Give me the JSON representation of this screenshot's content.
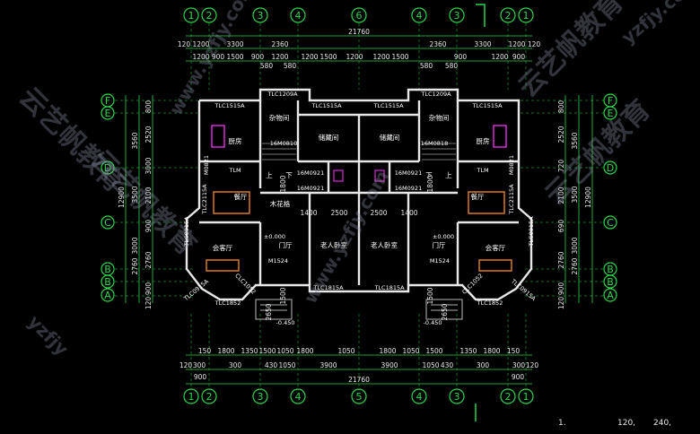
{
  "grid_top": [
    "1",
    "2",
    "3",
    "4",
    "6",
    "4",
    "3",
    "2",
    "1"
  ],
  "grid_bottom": [
    "1",
    "2",
    "3",
    "4",
    "5",
    "4",
    "3",
    "2",
    "1"
  ],
  "grid_left": [
    "F",
    "E",
    "D",
    "C",
    "B",
    "B",
    "A"
  ],
  "grid_right": [
    "F",
    "E",
    "D",
    "C",
    "B",
    "B",
    "A"
  ],
  "dims": {
    "total_top": "21760",
    "total_bottom": "21760",
    "top_row1": [
      "120",
      "1200",
      "3300",
      "2360",
      "2360",
      "3300",
      "1200",
      "120"
    ],
    "top_row2": [
      "1200",
      "900",
      "1500",
      "900",
      "1200",
      "1200",
      "1500",
      "1200",
      "1200",
      "1500",
      "900",
      "1200",
      "900"
    ],
    "top_row3": [
      "580",
      "580",
      "580",
      "580"
    ],
    "bottom_row1": [
      "150",
      "1800",
      "1350",
      "1500",
      "1050",
      "1800",
      "1050",
      "1800",
      "1050",
      "1500",
      "1350",
      "1800",
      "150"
    ],
    "bottom_row2": [
      "120",
      "300",
      "300",
      "430",
      "1050",
      "3900",
      "3900",
      "1050",
      "430",
      "300",
      "300",
      "120"
    ],
    "bottom_row3": [
      "900",
      "900"
    ],
    "left_outer": "12900",
    "left_inner": [
      "3560",
      "3500",
      "3000",
      "2760"
    ],
    "left_small": [
      "800",
      "2520",
      "3000",
      "2100",
      "900",
      "2760",
      "900",
      "120"
    ],
    "right_outer": "12900",
    "right_inner": [
      "3560",
      "3500",
      "3000",
      "2760"
    ],
    "right_small": [
      "800",
      "2520",
      "720",
      "2100",
      "690",
      "2760",
      "900",
      "120"
    ]
  },
  "rooms": {
    "storage_l": "杂物间",
    "storage_r": "杂物间",
    "closet_l": "储藏间",
    "closet_r": "储藏间",
    "kitchen_l": "厨房",
    "kitchen_r": "厨房",
    "dining_l": "餐厅",
    "dining_r": "餐厅",
    "living_l": "会客厅",
    "living_r": "会客厅",
    "elder_l": "老人卧室",
    "elder_r": "老人卧室",
    "foyer_l": "门厅",
    "foyer_r": "门厅",
    "stair_up_l": "上",
    "stair_up_r": "上",
    "stair_down_l": "下",
    "stair_down_r": "下",
    "wood_rail": "木花格"
  },
  "windows": {
    "tlc1515a_l": "TLC1515A",
    "tlc1209a_l": "TLC1209A",
    "tlc1515a_cl": "TLC1515A",
    "tlc1515a_cr": "TLC1515A",
    "tlc1209a_r": "TLC1209A",
    "tlc1515a_r": "TLC1515A",
    "m0821_l": "M0821",
    "m0821_r": "M0821",
    "m0810_l": "16M0810",
    "m0818_r": "16M0818",
    "tlm_l": "TLM",
    "tlm_r": "TLM",
    "m0921_a": "16M0921",
    "m0921_b": "16M0921",
    "m0921_c": "16M0921",
    "m0921_d": "16M0921",
    "tlc2115a_l": "TLC2115A",
    "tlc2115a_r": "TLC2115A",
    "tlc0915a_l": "TLC0915A",
    "tlc0915a_r": "TLC0915A",
    "m1524_l": "M1524",
    "m1524_r": "M1524",
    "tlc1815a_l": "TLC1815A",
    "tlc1815a_r": "TLC1815A",
    "tlc1852_l": "TLC1852",
    "tlc1852_r": "TLC1852",
    "tlc0915_bl": "TLC0915A",
    "tlc0915_br": "TLC0915A",
    "clc1052_l": "CLC1052",
    "clc1052_r": "CLC1052"
  },
  "levels": {
    "l0_l": "±0.000",
    "l0_r": "±0.000",
    "l_m045_l": "-0.450",
    "l_m045_r": "-0.450"
  },
  "misc_dims": {
    "d1400_l": "1400",
    "d2500_l": "2500",
    "d2500_r": "2500",
    "d1400_r": "1400",
    "d1800_l": "1800",
    "d1800_r": "1800",
    "d1500_l": "1500",
    "d1500_r": "1500",
    "d2650_l": "2650",
    "d2650_r": "2650"
  },
  "watermarks": [
    "云艺帆教育",
    "www.yzfjy.com",
    "云艺帆教育",
    "yzfjy.com",
    "www.yzfjy.com",
    "云艺帆教育",
    "yzfjy",
    "云艺帆教育"
  ],
  "footer": [
    "1.",
    "120,",
    "240,"
  ]
}
